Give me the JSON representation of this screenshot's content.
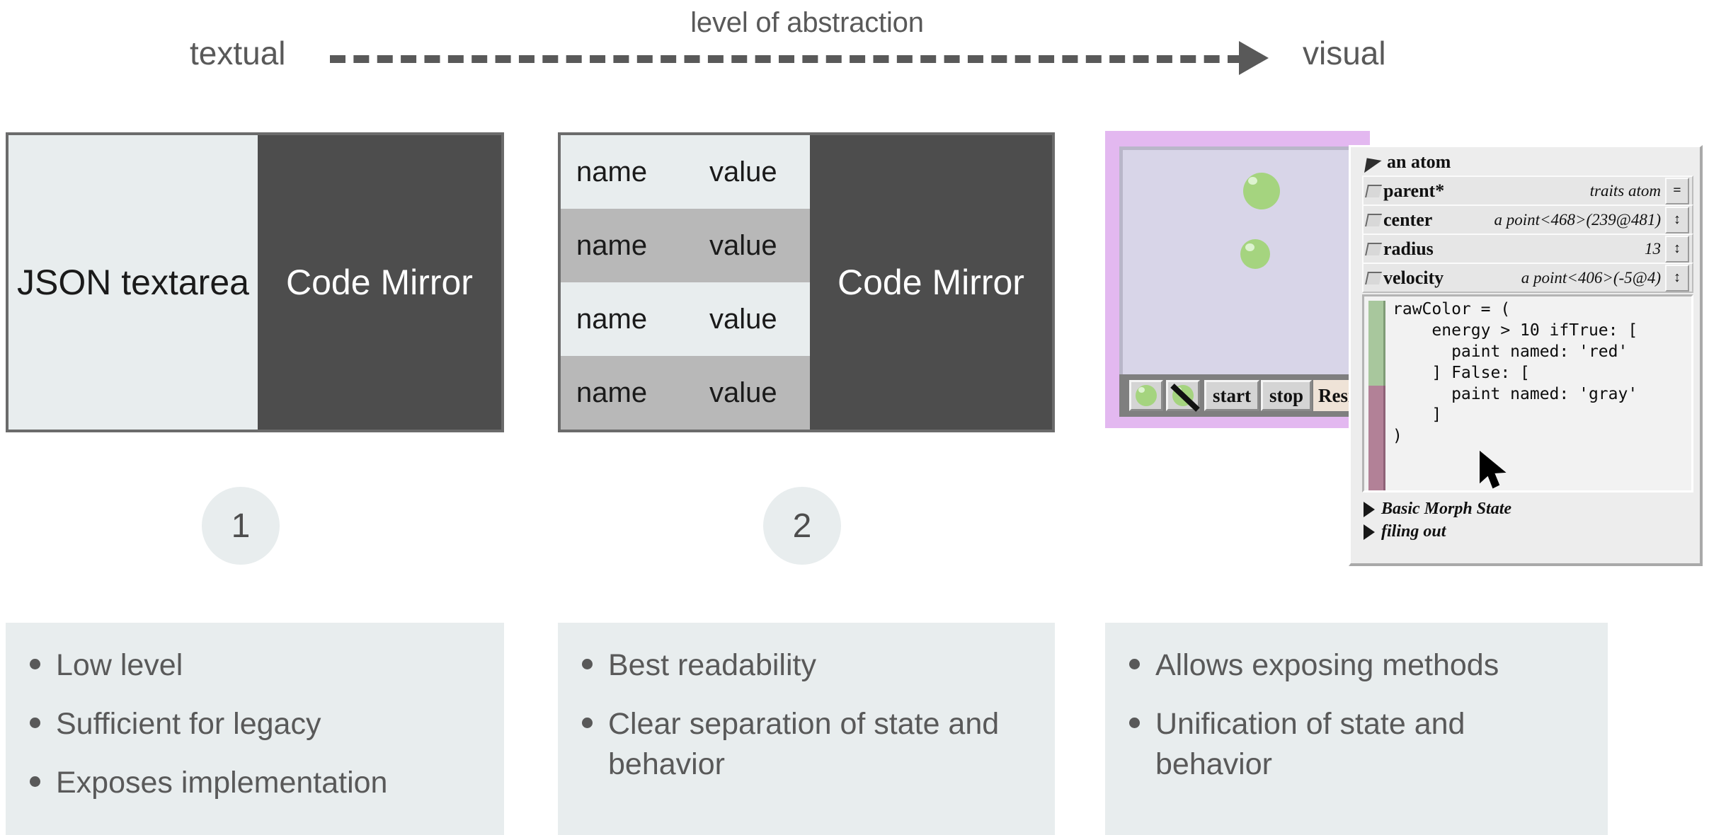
{
  "header": {
    "caption": "level of abstraction",
    "left_label": "textual",
    "right_label": "visual"
  },
  "panels": [
    {
      "id": "json-codemirror",
      "left_label": "JSON\ntextarea",
      "right_label": "Code\nMirror"
    },
    {
      "id": "table-codemirror",
      "right_label": "Code\nMirror",
      "table": {
        "rows": [
          {
            "name": "name",
            "value": "value"
          },
          {
            "name": "name",
            "value": "value"
          },
          {
            "name": "name",
            "value": "value"
          },
          {
            "name": "name",
            "value": "value"
          }
        ]
      }
    }
  ],
  "morphic": {
    "toolbar_buttons": [
      {
        "name": "atom-icon",
        "label": ""
      },
      {
        "name": "atom-disabled-icon",
        "label": ""
      },
      {
        "name": "start",
        "label": "start"
      },
      {
        "name": "stop",
        "label": "stop"
      },
      {
        "name": "resistance",
        "label": "Resi"
      }
    ],
    "colors": {
      "frame": "#e3b8f0",
      "canvas": "#d8d5e8",
      "toolbar": "#7f7f7f",
      "atom": "#a5d47f"
    }
  },
  "inspector": {
    "title": "an atom",
    "rows": [
      {
        "name": "parent*",
        "value": "traits atom",
        "control": "="
      },
      {
        "name": "center",
        "value": "a point<468>(239@481)",
        "control": "↕"
      },
      {
        "name": "radius",
        "value": "13",
        "control": "↕"
      },
      {
        "name": "velocity",
        "value": "a point<406>(-5@4)",
        "control": "↕"
      }
    ],
    "code": "rawColor = (\n    energy > 10 ifTrue: [\n      paint named: 'red'\n    ] False: [\n      paint named: 'gray'\n    ]\n)",
    "disclosures": [
      "Basic Morph State",
      "filing out"
    ]
  },
  "steps": [
    {
      "label": "1"
    },
    {
      "label": "2"
    }
  ],
  "bullet_columns": [
    {
      "items": [
        "Low level",
        "Sufficient for legacy",
        "Exposes implementation"
      ]
    },
    {
      "items": [
        "Best readability",
        "Clear separation of state and behavior"
      ]
    },
    {
      "items": [
        "Allows exposing methods",
        "Unification of state and behavior"
      ]
    }
  ],
  "colors": {
    "text": "#595959",
    "panel_light": "#e8edee",
    "panel_dark": "#4d4d4d",
    "row_even": "#b8b8b8",
    "border": "#6b6b6b"
  }
}
